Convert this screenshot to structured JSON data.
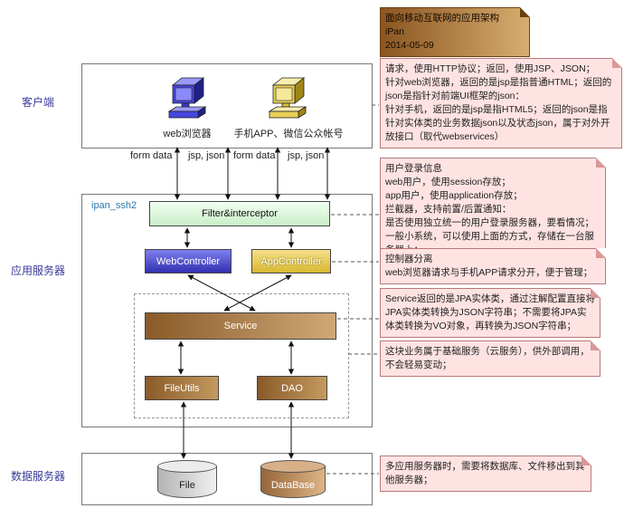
{
  "colors": {
    "region_label": "#3a3a9a",
    "note_pink": "#ffe3e3",
    "note_border": "#b87878",
    "title_note_brown": "#8a5520",
    "blue_node": "#3030b0",
    "gold_node": "#d8b830",
    "brown_node": "#8a5a28",
    "green_node": "#c8eec8"
  },
  "regions": {
    "client": "客户端",
    "app_server": "应用服务器",
    "data_server": "数据服务器"
  },
  "title_note": {
    "text": "面向移动互联网的应用架构\niPan\n2014-05-09"
  },
  "notes": [
    {
      "text": "请求，使用HTTP协议；返回，使用JSP、JSON；\n针对web浏览器，返回的是jsp是指普通HTML；返回的json是指针对前端UI框架的json：\n针对手机，返回的是jsp是指HTML5；返回的json是指针对实体类的业务数据json以及状态json，属于对外开放接口（取代webservices）"
    },
    {
      "text": "用户登录信息\nweb用户，使用session存放；\napp用户，使用application存放；\n拦截器，支持前置/后置通知：\n是否使用独立统一的用户登录服务器，要看情况；一般小系统，可以使用上面的方式，存储在一台服务器上；"
    },
    {
      "text": "控制器分离\nweb浏览器请求与手机APP请求分开，便于管理；"
    },
    {
      "text": "Service返回的是JPA实体类，通过注解配置直接将JPA实体类转换为JSON字符串；不需要将JPA实体类转换为VO对象，再转换为JSON字符串；"
    },
    {
      "text": "这块业务属于基础服务（云服务），供外部调用，不会轻易变动；"
    },
    {
      "text": "多应用服务器时，需要将数据库、文件移出到其他服务器；"
    }
  ],
  "client": {
    "web_label": "web浏览器",
    "app_label": "手机APP、微信公众帐号",
    "flow_labels": [
      "form data",
      "jsp, json",
      "form data",
      "jsp, json"
    ]
  },
  "app_server": {
    "package_label": "ipan_ssh2",
    "filter": "Filter&interceptor",
    "web_controller": "WebController",
    "app_controller": "AppController",
    "service": "Service",
    "fileutils": "FileUtils",
    "dao": "DAO"
  },
  "data_server": {
    "file": "File",
    "database": "DataBase"
  }
}
